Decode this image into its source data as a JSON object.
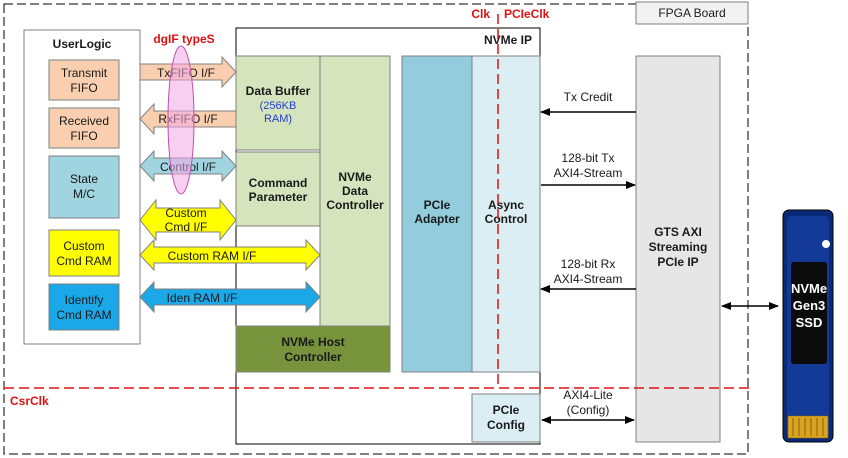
{
  "clocks": {
    "clk": "Clk",
    "pcieclk": "PCIeClk",
    "csrclk": "CsrClk"
  },
  "fpga_board_label": "FPGA Board",
  "userlogic": {
    "title": "UserLogic",
    "transmit_fifo": [
      "Transmit",
      "FIFO"
    ],
    "received_fifo": [
      "Received",
      "FIFO"
    ],
    "state_mc": [
      "State",
      "M/C"
    ],
    "custom_cmd_ram": [
      "Custom",
      "Cmd RAM"
    ],
    "identify_cmd_ram": [
      "Identify",
      "Cmd RAM"
    ]
  },
  "dgif_label": "dgIF typeS",
  "interfaces": {
    "txfifo": "TxFIFO I/F",
    "rxfifo": "RxFIFO I/F",
    "control": "Control I/F",
    "custom_cmd": [
      "Custom",
      "Cmd I/F"
    ],
    "custom_ram": "Custom RAM I/F",
    "iden_ram": "Iden RAM I/F"
  },
  "nvme_ip": {
    "title": "NVMe IP",
    "data_buffer": "Data Buffer",
    "data_buffer_size": [
      "(256KB",
      "RAM)"
    ],
    "command_parameter": [
      "Command",
      "Parameter"
    ],
    "data_controller": [
      "NVMe",
      "Data",
      "Controller"
    ],
    "host_controller": [
      "NVMe Host",
      "Controller"
    ],
    "pcie_adapter": [
      "PCIe",
      "Adapter"
    ],
    "async_control": [
      "Async",
      "Control"
    ],
    "pcie_config": [
      "PCIe",
      "Config"
    ]
  },
  "links": {
    "tx_credit": "Tx Credit",
    "tx_stream": [
      "128-bit Tx",
      "AXI4-Stream"
    ],
    "rx_stream": [
      "128-bit Rx",
      "AXI4-Stream"
    ],
    "axi_lite": [
      "AXI4-Lite",
      "(Config)"
    ]
  },
  "gts": [
    "GTS AXI",
    "Streaming",
    "PCIe IP"
  ],
  "ssd": [
    "NVMe",
    "Gen3",
    "SSD"
  ],
  "colors": {
    "peach": "#f9cfb0",
    "cyan_light": "#9fd4e0",
    "yellow": "#ffff00",
    "blue": "#1aa8e8",
    "green_light": "#d6e4bd",
    "green_dark": "#77933c",
    "pcie_adapter": "#93cddd",
    "async": "#dbeef4",
    "gts": "#e6e6e6",
    "dashed_red": "#e01010",
    "ellipse": "#f4a7e6"
  }
}
